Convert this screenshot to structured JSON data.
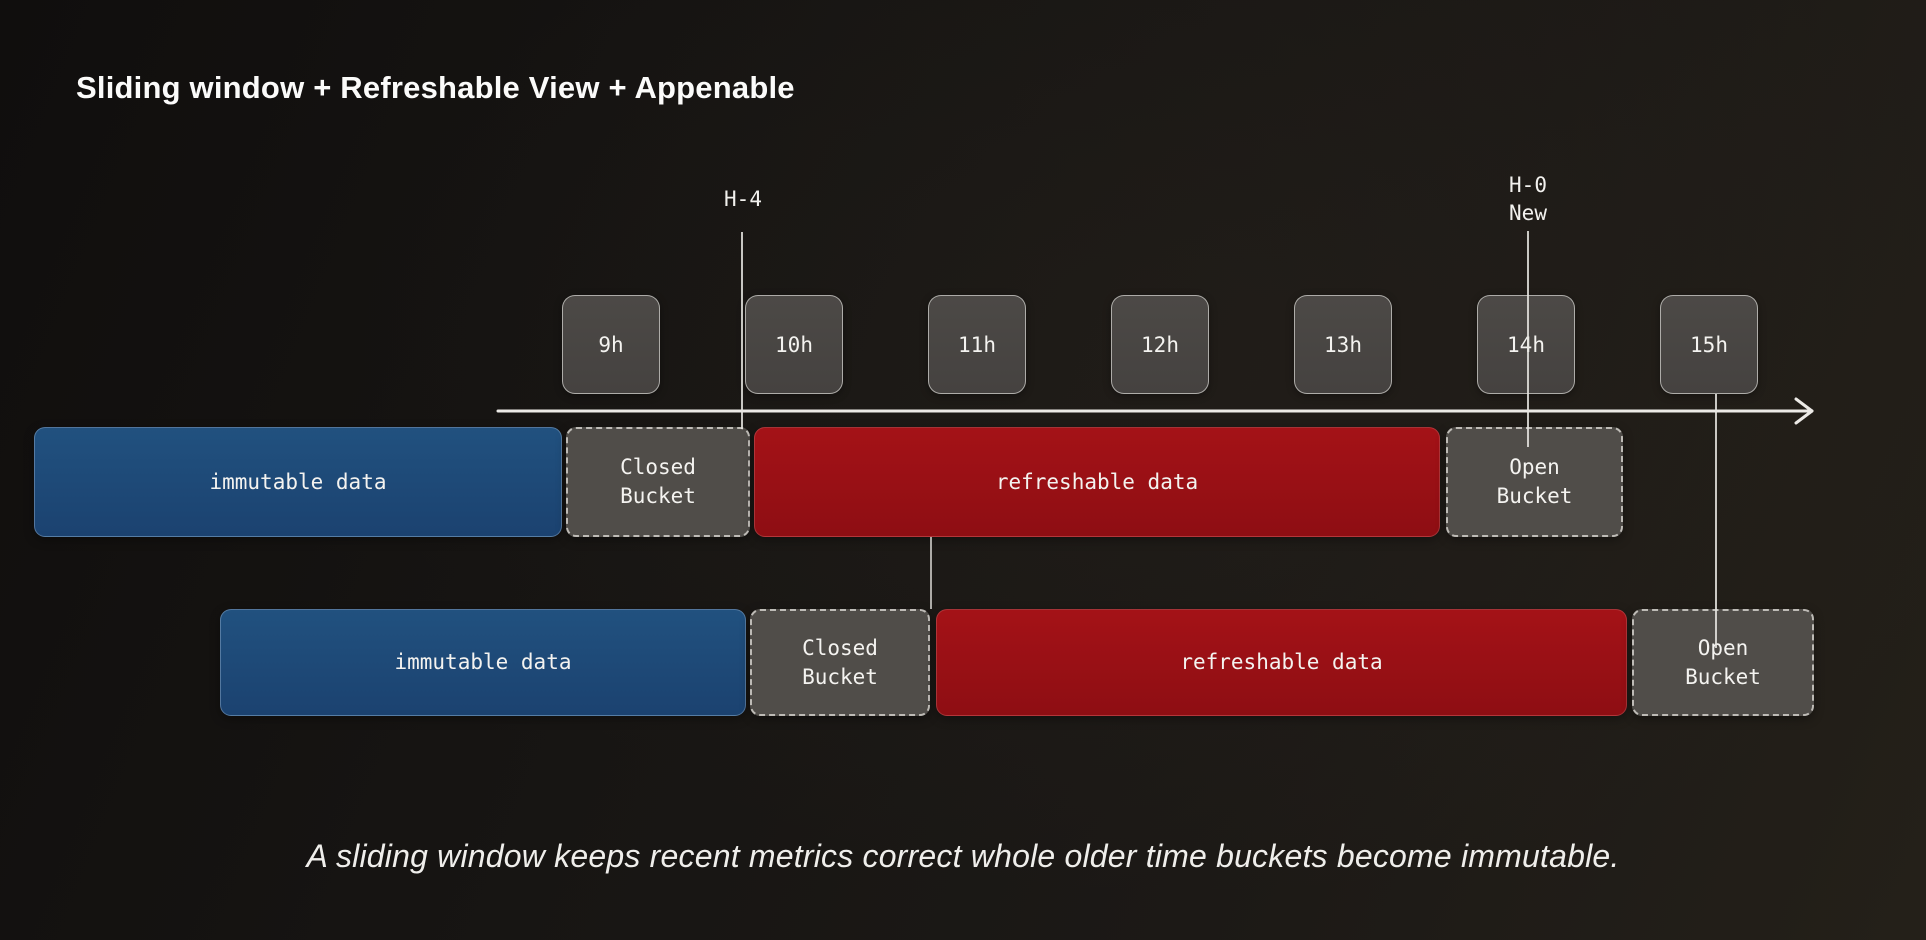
{
  "title": "Sliding window + Refreshable View + Appenable",
  "markers": {
    "h4": "H-4",
    "h0_line1": "H-0",
    "h0_line2": "New"
  },
  "timeline": {
    "hours": [
      "9h",
      "10h",
      "11h",
      "12h",
      "13h",
      "14h",
      "15h"
    ]
  },
  "row1": {
    "immutable_label": "immutable data",
    "closed_line1": "Closed",
    "closed_line2": "Bucket",
    "refreshable_label": "refreshable data",
    "open_line1": "Open",
    "open_line2": "Bucket"
  },
  "row2": {
    "immutable_label": "immutable data",
    "closed_line1": "Closed",
    "closed_line2": "Bucket",
    "refreshable_label": "refreshable data",
    "open_line1": "Open",
    "open_line2": "Bucket"
  },
  "caption": "A sliding window keeps recent metrics correct whole older time buckets become immutable.",
  "colors": {
    "background": "#17140f",
    "immutable_blue": "#1e4a77",
    "refreshable_red": "#9e1014",
    "bucket_gray": "#484542",
    "open_closed_gray": "#504d49",
    "line_light": "#e8e6e2",
    "text": "#f4f3f0"
  }
}
